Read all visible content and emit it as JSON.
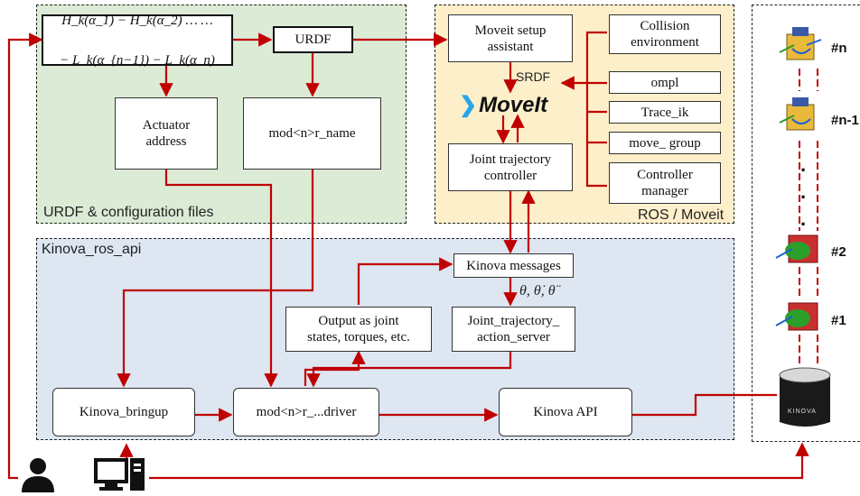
{
  "colors": {
    "urdf_panel": "#dcebd6",
    "ros_panel": "#fdefc9",
    "api_panel": "#dde6f1",
    "arrow": "#c00000",
    "moveit_chevron": "#2aa6e8"
  },
  "panels": {
    "urdf": "URDF & configuration files",
    "ros": "ROS / Moveit",
    "api": "Kinova_ros_api"
  },
  "urdf_group": {
    "equation_line1": "H_k(α_1) − H_k(α_2) … …",
    "equation_line2": "− L_k(α_{n−1}) − L_k(α_n)",
    "urdf": "URDF",
    "actuator_address": "Actuator\naddress",
    "mod_name": "mod<n>r_name"
  },
  "ros_group": {
    "setup_assistant": "Moveit setup\nassistant",
    "srdf": "SRDF",
    "moveit_logo": "MoveIt",
    "joint_trajectory_controller": "Joint trajectory\ncontroller",
    "collision_environment": "Collision\nenvironment",
    "ompl": "ompl",
    "trace_ik": "Trace_ik",
    "move_group": "move_ group",
    "controller_manager": "Controller\nmanager"
  },
  "api_group": {
    "kinova_messages": "Kinova messages",
    "theta_label": "θ, θ̇, θ̈",
    "joint_trajectory_action_server": "Joint_trajectory_\naction_server",
    "output_states": "Output as joint\nstates, torques, etc.",
    "kinova_bringup": "Kinova_bringup",
    "driver": "mod<n>r_...driver",
    "kinova_api": "Kinova API"
  },
  "robot": {
    "joints": [
      "#n",
      "#n-1",
      "#2",
      "#1"
    ],
    "dots": ".",
    "base_text": "KINOVA"
  },
  "icons": [
    "user-icon",
    "computer-icon"
  ]
}
